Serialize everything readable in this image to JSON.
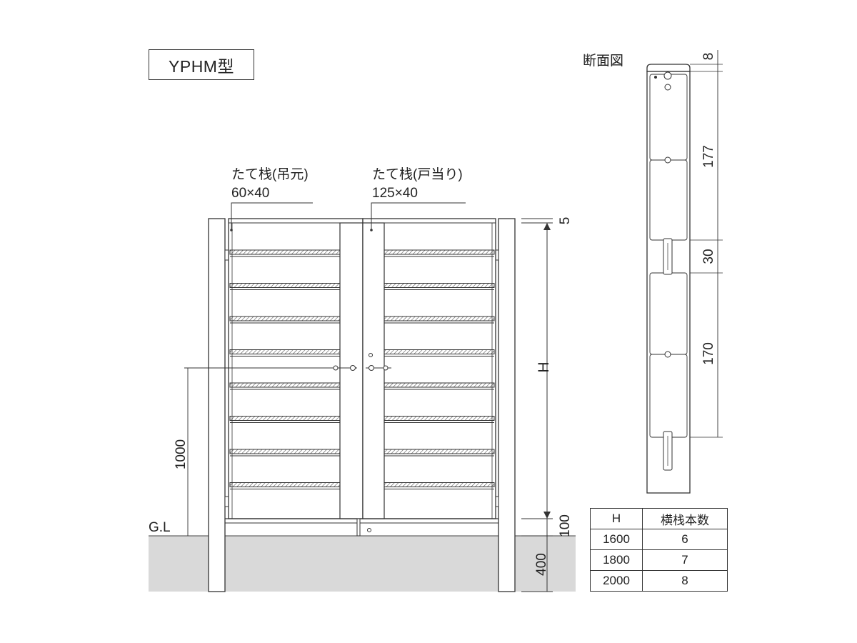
{
  "model_label": "YPHM型",
  "section_title": "断面図",
  "callouts": {
    "left_stile": {
      "line1": "たて栈(吊元)",
      "line2": "60×40"
    },
    "right_stile": {
      "line1": "たて栈(戸当り)",
      "line2": "125×40"
    }
  },
  "dimensions": {
    "top_gap": "5",
    "height": "H",
    "handle_height": "1000",
    "ground_clearance": "100",
    "embed_depth": "400",
    "ground_label": "G.L"
  },
  "section_dimensions": [
    "8",
    "177",
    "30",
    "170"
  ],
  "rail_table": {
    "headers": [
      "H",
      "横栈本数"
    ],
    "rows": [
      [
        "1600",
        "6"
      ],
      [
        "1800",
        "7"
      ],
      [
        "2000",
        "8"
      ]
    ]
  }
}
